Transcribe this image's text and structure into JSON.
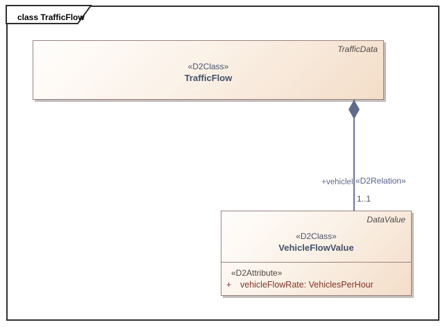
{
  "diagram": {
    "frame_label": "class TrafficFlow"
  },
  "classes": [
    {
      "namespace": "TrafficData",
      "stereotype": "«D2Class»",
      "name": "TrafficFlow"
    },
    {
      "namespace": "DataValue",
      "stereotype": "«D2Class»",
      "name": "VehicleFlowValue",
      "attribute_stereotype": "«D2Attribute»",
      "attributes": [
        {
          "visibility": "+",
          "signature": "vehicleFlowRate: VehiclesPerHour"
        }
      ]
    }
  ],
  "connector": {
    "type": "composition",
    "stereotype": "«D2Relation»",
    "source_role": "+vehicleI",
    "multiplicity": "1..1"
  },
  "colors": {
    "frame_border": "#2e2e2e",
    "box_border": "#9a8280",
    "box_fill_start": "#fffefd",
    "box_fill_end": "#f3ddc8",
    "box_shadow": "#c2bdba",
    "class_text": "#44506a",
    "namespace_text": "#4d4a47",
    "attribute_text": "#7f342a",
    "attribute_stereotype_text": "#4f4640",
    "connector_line": "#66739a",
    "diamond_fill": "#5e6b8d"
  }
}
